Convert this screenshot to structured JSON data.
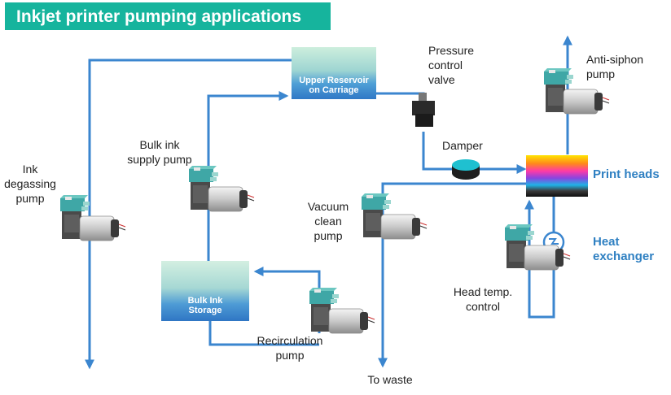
{
  "title": "Inkjet printer pumping applications",
  "nodes": {
    "upper_reservoir": "Upper Reservoir\non Carriage",
    "bulk_ink_storage": "Bulk Ink\nStorage",
    "print_heads": "Print heads",
    "heat_exchanger": "Heat\nexchanger"
  },
  "labels": {
    "ink_degassing_pump": "Ink\ndegassing\npump",
    "bulk_ink_supply_pump": "Bulk  ink\nsupply pump",
    "pressure_control_valve": "Pressure\ncontrol\nvalve",
    "anti_siphon_pump": "Anti-siphon\npump",
    "damper": "Damper",
    "vacuum_clean_pump": "Vacuum\nclean\npump",
    "head_temp_control": "Head temp.\ncontrol",
    "recirculation_pump": "Recirculation\npump",
    "to_waste": "To waste"
  },
  "colors": {
    "banner": "#16b49d",
    "flow_line": "#3b86cf",
    "highlight_text": "#2f80c2",
    "pump_head": "#3fa7a6"
  },
  "icons": {
    "pump": "diaphragm-pump-icon",
    "valve": "pressure-valve-icon",
    "damper": "damper-icon",
    "heat_exchanger": "heat-exchanger-icon"
  }
}
